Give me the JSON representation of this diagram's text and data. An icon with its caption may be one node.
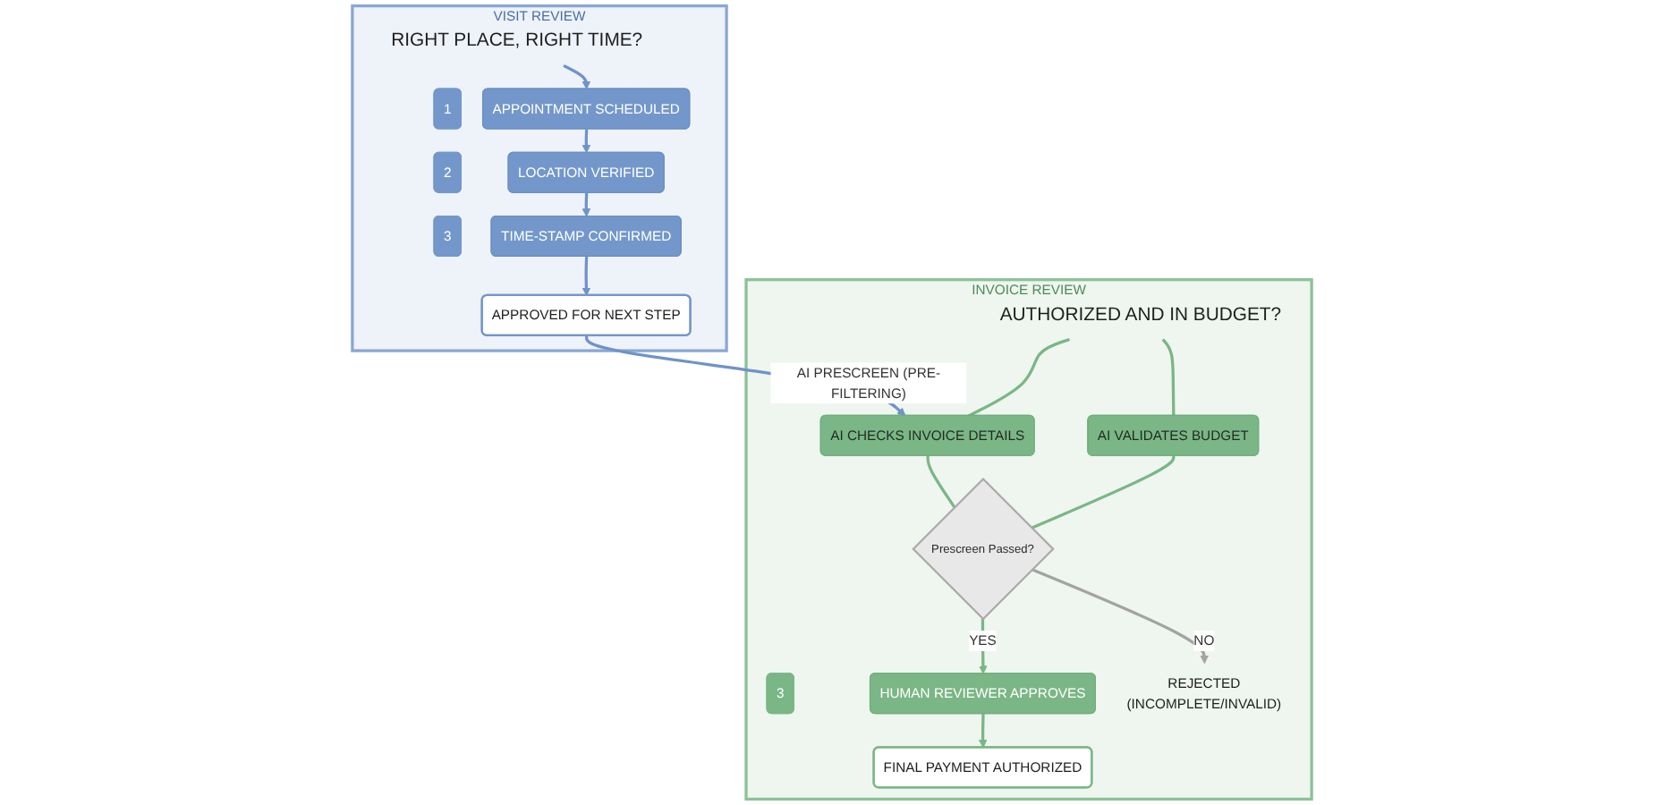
{
  "diagram": {
    "nodes": [
      {
        "text": [
          "VISIT REVIEW"
        ]
      },
      {
        "text": [
          "RIGHT PLACE, RIGHT TIME?"
        ],
        "in": 0
      },
      {
        "text": [
          "1"
        ],
        "in": 0
      },
      {
        "text": [
          "APPOINTMENT SCHEDULED"
        ],
        "in": 0
      },
      {
        "text": [
          "2"
        ],
        "in": 0
      },
      {
        "text": [
          "LOCATION VERIFIED"
        ],
        "in": 0
      },
      {
        "text": [
          "3"
        ],
        "in": 0
      },
      {
        "text": [
          "TIME-STAMP CONFIRMED"
        ],
        "in": 0
      },
      {
        "text": [
          "APPROVED FOR NEXT STEP"
        ],
        "in": 0
      },
      {
        "text": [
          "INVOICE REVIEW"
        ]
      },
      {
        "text": [
          "AUTHORIZED AND IN BUDGET?"
        ],
        "in": 9
      },
      {
        "text": [
          "AI CHECKS INVOICE DETAILS"
        ],
        "in": 9
      },
      {
        "text": [
          "AI VALIDATES BUDGET"
        ],
        "in": 9
      },
      {
        "text": [
          "Prescreen Passed?"
        ],
        "in": 9
      },
      {
        "text": [
          "REJECTED",
          "(INCOMPLETE/INVALID)"
        ],
        "in": 9
      },
      {
        "text": [
          "3"
        ],
        "in": 9
      },
      {
        "text": [
          "HUMAN REVIEWER APPROVES"
        ],
        "in": 9
      },
      {
        "text": [
          "FINAL PAYMENT AUTHORIZED"
        ],
        "in": 9
      }
    ],
    "edges": [
      {
        "from": 1,
        "to": 3,
        "arrow": "to",
        "color": "#6f93c8"
      },
      {
        "from": 3,
        "to": 5,
        "arrow": "to",
        "color": "#6f93c8"
      },
      {
        "from": 5,
        "to": 7,
        "arrow": "to",
        "color": "#6f93c8"
      },
      {
        "from": 7,
        "to": 8,
        "arrow": "to",
        "color": "#6f93c8"
      },
      {
        "from": 8,
        "to": 11,
        "arrow": "to",
        "label": "AI PRESCREEN (PRE-FILTERING)",
        "color": "#6f93c8"
      },
      {
        "from": 10,
        "to": 11,
        "arrow": "none"
      },
      {
        "from": 10,
        "to": 12,
        "arrow": "none"
      },
      {
        "from": 11,
        "to": 13,
        "arrow": "none"
      },
      {
        "from": 12,
        "to": 13,
        "arrow": "none"
      },
      {
        "from": 13,
        "to": 14,
        "arrow": "to",
        "label": "NO",
        "color": "#a3a3a3"
      },
      {
        "from": 13,
        "to": 16,
        "arrow": "to",
        "label": "YES"
      },
      {
        "from": 16,
        "to": 17,
        "arrow": "to"
      }
    ]
  }
}
